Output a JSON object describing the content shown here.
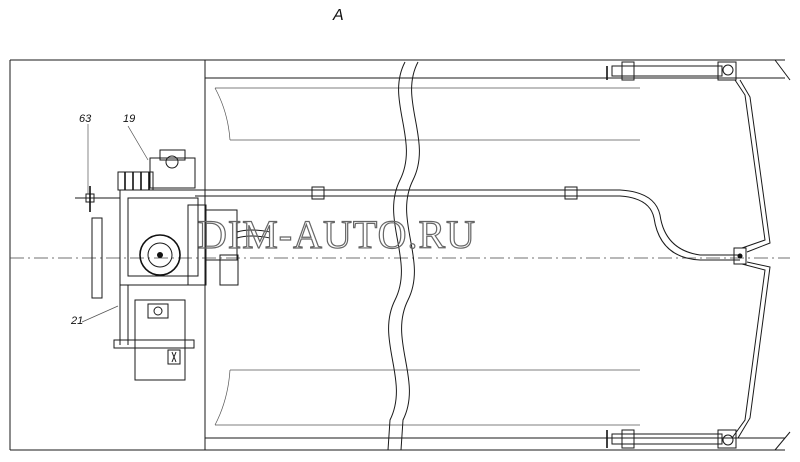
{
  "view": {
    "title": "А"
  },
  "callouts": {
    "c63": "63",
    "c19": "19",
    "c21": "21"
  },
  "watermark": {
    "text": "DIM-AUTO.RU"
  }
}
